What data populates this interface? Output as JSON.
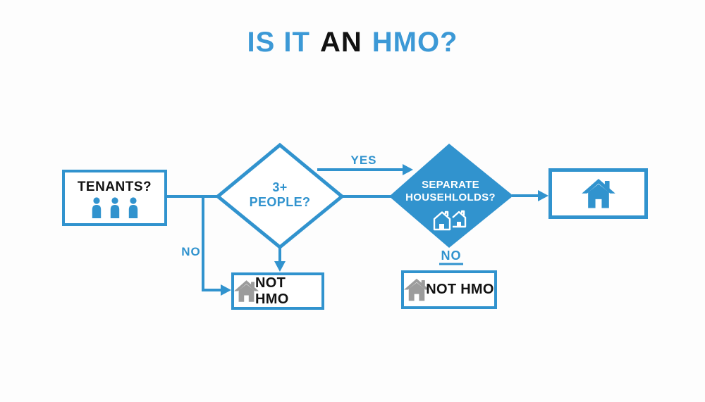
{
  "title": {
    "part1": "IS IT",
    "part2": "AN",
    "part3": "HMO?"
  },
  "colors": {
    "accent_blue": "#3193CE",
    "title_blue": "#3C99D6",
    "text_black": "#121212",
    "icon_gray": "#9C9C9C"
  },
  "nodes": {
    "tenants_box": {
      "label": "TENANTS?",
      "icon": "three-people-icon"
    },
    "people_diamond": {
      "line1": "3+",
      "line2": "PEOPLE?"
    },
    "households_diamond": {
      "line1": "SEPARATE",
      "line2": "HOUSEHLOLDS?",
      "icon": "two-houses-icon"
    },
    "hmo_box": {
      "icon": "house-icon"
    },
    "not_hmo_box_left": {
      "label": "NOT HMO",
      "icon": "house-icon"
    },
    "not_hmo_box_right": {
      "label": "NOT HMO",
      "icon": "house-icon"
    }
  },
  "edges": {
    "yes_label": "YES",
    "no_label_left": "NO",
    "no_label_right": "NO"
  }
}
